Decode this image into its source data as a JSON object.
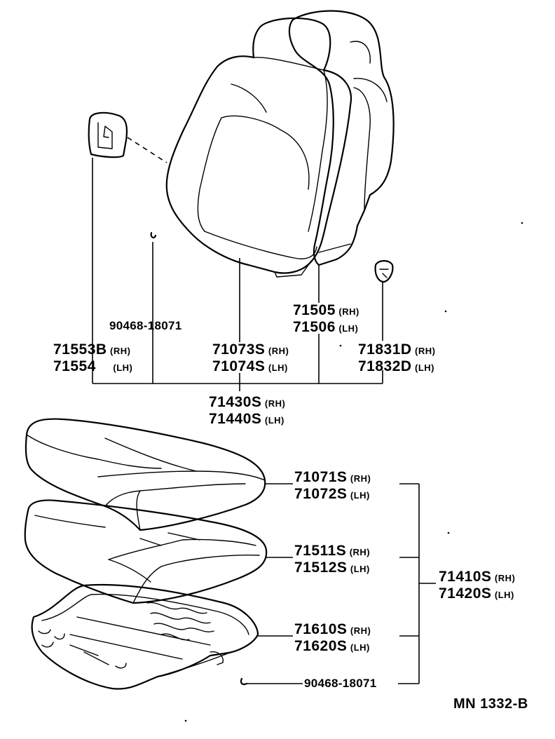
{
  "parts": {
    "seatback_assembly": {
      "rh": "71073S",
      "lh": "71074S",
      "rh_tag": "(RH)",
      "lh_tag": "(LH)"
    },
    "seatback_pad": {
      "rh": "71505",
      "lh": "71506",
      "rh_tag": "(RH)",
      "lh_tag": "(LH)"
    },
    "seatback_cover": {
      "rh": "71553B",
      "lh": "71554",
      "rh_tag": "(RH)",
      "lh_tag": "(LH)"
    },
    "hog_ring_upper": {
      "number": "90468-18071"
    },
    "headrest_clip": {
      "rh": "71831D",
      "lh": "71832D",
      "rh_tag": "(RH)",
      "lh_tag": "(LH)"
    },
    "seatback_group": {
      "rh": "71430S",
      "lh": "71440S",
      "rh_tag": "(RH)",
      "lh_tag": "(LH)"
    },
    "cushion_cover": {
      "rh": "71071S",
      "lh": "71072S",
      "rh_tag": "(RH)",
      "lh_tag": "(LH)"
    },
    "cushion_pad": {
      "rh": "71511S",
      "lh": "71512S",
      "rh_tag": "(RH)",
      "lh_tag": "(LH)"
    },
    "cushion_frame": {
      "rh": "71610S",
      "lh": "71620S",
      "rh_tag": "(RH)",
      "lh_tag": "(LH)"
    },
    "hog_ring_lower": {
      "number": "90468-18071"
    },
    "cushion_group": {
      "rh": "71410S",
      "lh": "71420S",
      "rh_tag": "(RH)",
      "lh_tag": "(LH)"
    }
  },
  "diagram_code": "MN 1332-B"
}
